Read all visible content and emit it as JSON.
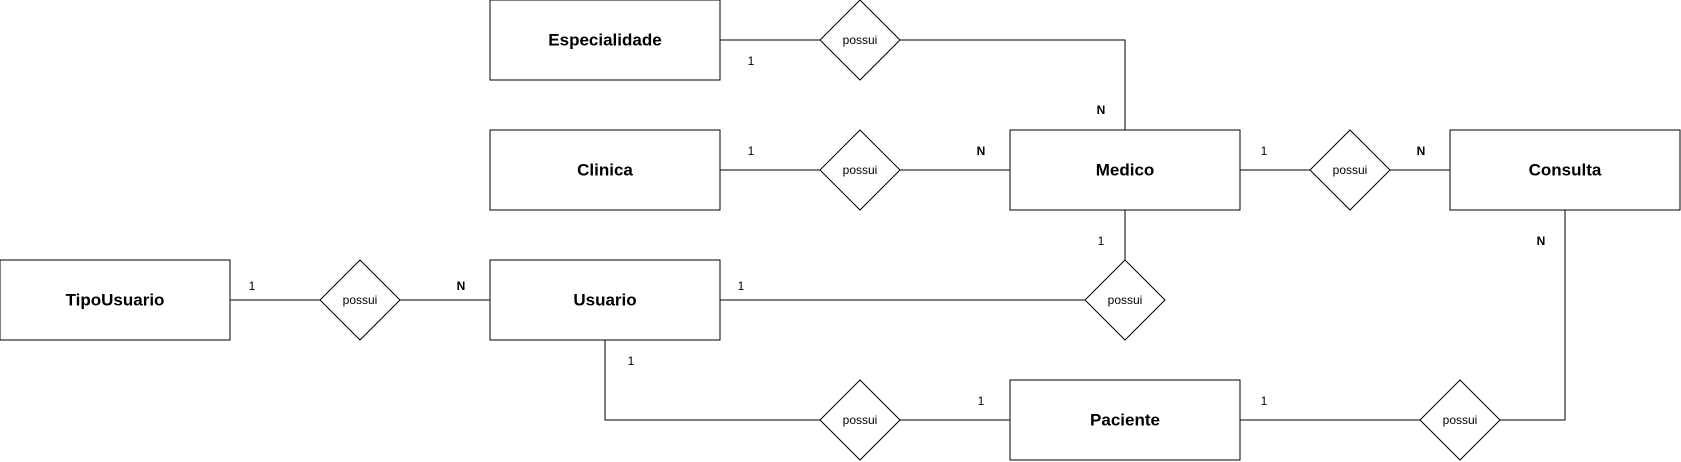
{
  "colors": {
    "stroke": "#000000",
    "fill": "#ffffff",
    "text": "#000000"
  },
  "entities": {
    "especialidade": "Especialidade",
    "clinica": "Clinica",
    "medico": "Medico",
    "consulta": "Consulta",
    "tipousuario": "TipoUsuario",
    "usuario": "Usuario",
    "paciente": "Paciente"
  },
  "relationships": {
    "especialidade_medico": "possui",
    "clinica_medico": "possui",
    "medico_consulta": "possui",
    "tipousuario_usuario": "possui",
    "usuario_medico": "possui",
    "usuario_paciente": "possui",
    "paciente_consulta": "possui"
  },
  "cardinalities": {
    "especialidade_side": "1",
    "medico_from_especialidade": "N",
    "clinica_side": "1",
    "medico_from_clinica": "N",
    "medico_to_consulta": "1",
    "consulta_from_medico": "N",
    "tipousuario_side": "1",
    "usuario_from_tipousuario": "N",
    "usuario_to_medico": "1",
    "medico_from_usuario": "1",
    "usuario_to_paciente": "1",
    "paciente_from_usuario": "1",
    "paciente_to_consulta": "1",
    "consulta_from_paciente": "N"
  }
}
